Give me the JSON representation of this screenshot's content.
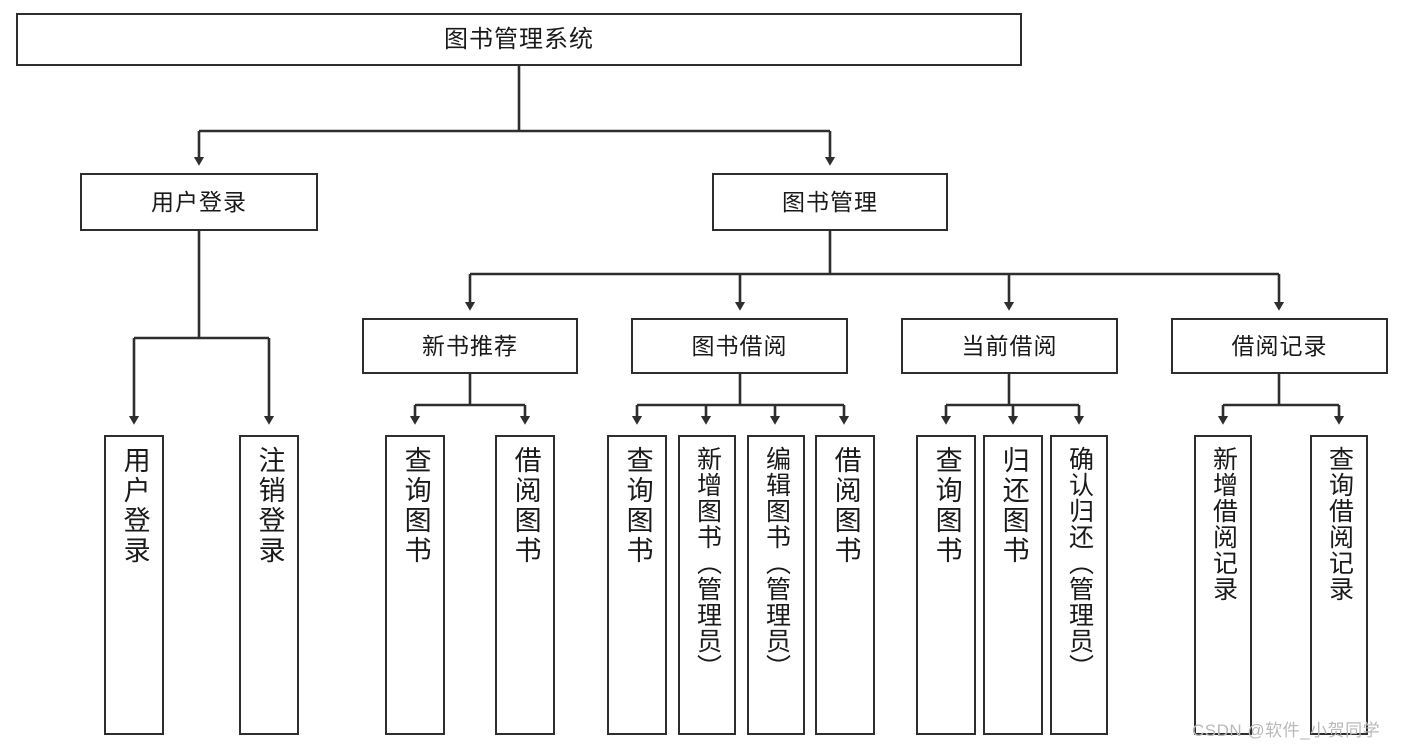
{
  "diagram": {
    "type": "hierarchy-tree",
    "title": "图书管理系统",
    "orientation": "top-down",
    "colors": {
      "box_border": "#2e2e2e",
      "box_fill": "#ffffff",
      "edge": "#2e2e2e",
      "text": "#1a1a1a",
      "watermark": "#b9b9b9"
    },
    "levels": 4,
    "nodes": {
      "root": {
        "label": "图书管理系统"
      },
      "level2": [
        {
          "id": "user-login",
          "label": "用户登录"
        },
        {
          "id": "book-management",
          "label": "图书管理"
        }
      ],
      "level3": [
        {
          "id": "new-book-recommend",
          "label": "新书推荐",
          "parent": "book-management"
        },
        {
          "id": "book-borrow",
          "label": "图书借阅",
          "parent": "book-management"
        },
        {
          "id": "current-borrow",
          "label": "当前借阅",
          "parent": "book-management"
        },
        {
          "id": "borrow-record",
          "label": "借阅记录",
          "parent": "book-management"
        }
      ],
      "leaves": [
        {
          "id": "leaf-user-login",
          "label": "用户登录",
          "parent": "user-login"
        },
        {
          "id": "leaf-logout",
          "label": "注销登录",
          "parent": "user-login"
        },
        {
          "id": "leaf-query-book-1",
          "label": "查询图书",
          "parent": "new-book-recommend"
        },
        {
          "id": "leaf-borrow-book-1",
          "label": "借阅图书",
          "parent": "new-book-recommend"
        },
        {
          "id": "leaf-query-book-2",
          "label": "查询图书",
          "parent": "book-borrow"
        },
        {
          "id": "leaf-add-book",
          "label": "新增图书（管理员）",
          "parent": "book-borrow"
        },
        {
          "id": "leaf-edit-book",
          "label": "编辑图书（管理员）",
          "parent": "book-borrow"
        },
        {
          "id": "leaf-borrow-book-2",
          "label": "借阅图书",
          "parent": "book-borrow"
        },
        {
          "id": "leaf-query-book-3",
          "label": "查询图书",
          "parent": "current-borrow"
        },
        {
          "id": "leaf-return-book",
          "label": "归还图书",
          "parent": "current-borrow"
        },
        {
          "id": "leaf-confirm-return",
          "label": "确认归还（管理员）",
          "parent": "current-borrow"
        },
        {
          "id": "leaf-add-record",
          "label": "新增借阅记录",
          "parent": "borrow-record"
        },
        {
          "id": "leaf-query-record",
          "label": "查询借阅记录",
          "parent": "borrow-record"
        }
      ]
    }
  },
  "watermark": {
    "text": "CSDN @软件_小贺同学"
  }
}
